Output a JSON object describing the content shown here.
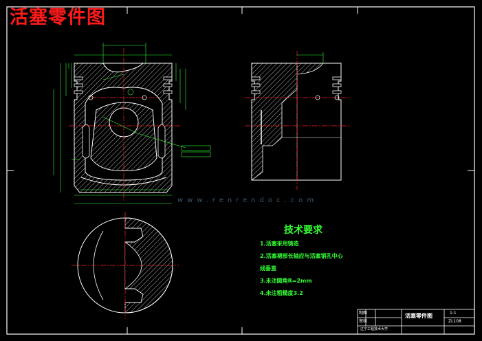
{
  "drawing": {
    "title": "活塞零件图",
    "watermark": "www.renrendoc.com"
  },
  "tech_requirements": {
    "heading": "技术要求",
    "items": [
      "1.活塞采用铸造",
      "2.活塞裙部长轴应与活塞销孔中心",
      "线垂直",
      "3.未注圆角R=2mm",
      "4.未注粗糙度3.2"
    ]
  },
  "title_block": {
    "part_name": "活塞零件图",
    "scale": "1:1",
    "drawn": "制图",
    "checked": "审核",
    "school": "辽宁工程技术大学",
    "material": "ZL108"
  },
  "colors": {
    "background": "#000000",
    "outline": "#ffffff",
    "dimension": "#33ff33",
    "centerline": "#ff2222",
    "hatch": "#ffffff",
    "accent": "#ff1a1a"
  }
}
